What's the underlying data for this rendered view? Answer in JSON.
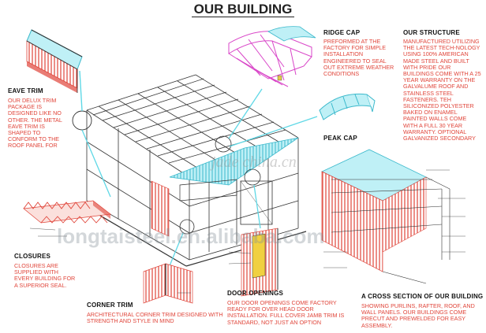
{
  "title": "OUR BUILDING",
  "sections": {
    "ridge_cap": {
      "heading": "RIDGE CAP",
      "body": "PREFORMED AT THE FACTORY FOR SIMPLE INSTALLATION ENGINEERED TO SEAL OUT EXTREME WEATHER CONDITIONS"
    },
    "our_structure": {
      "heading": "OUR STRUCTURE",
      "body": "MANUFACTURED UTILIZING THE LATEST TECH-NOLOGY USING 100% AMERICAN MADE STEEL AND BUILT WITH PRIDE OUR BUILDINGS COME WITH A 25 YEAR WARRANTY ON THE GALVALUME ROOF AND STAINLESS STEEL FASTENERS. TEH SILICONIZED POLYESTER BAKED ON ENAMEL PAINTED WALLS COME WITH A FULL 30 YEAR WARRANTY. OPTIONAL GALVANIZED SECONDARY"
    },
    "eave_trim": {
      "heading": "EAVE TRIM",
      "body": "OUR DELUX TRIM PACKAGE IS DESIGNED LIKE NO OTHER. THE METAL EAVE TRIM IS SHAPED TO CONFORM TO THE ROOF PANEL FOR"
    },
    "peak_cap": {
      "heading": "PEAK CAP"
    },
    "closures": {
      "heading": "CLOSURES",
      "body": "CLOSURES ARE SUPPLIED WITH EVERY BUILDING FOR A SUPERIOR SEAL."
    },
    "corner_trim": {
      "heading": "CORNER TRIM",
      "body": "ARCHITECTURAL CORNER TRIM DESIGNED WITH STRENGTH AND STYLE IN MIND"
    },
    "door_openings": {
      "heading": "DOOR OPENINGS",
      "body": "OUR DOOR OPENINGS COME FACTORY READY FOR OVER HEAD DOOR INSTALLATION. FULL COVER JAMB TRIM IS STANDARD, NOT JUST AN OPTION"
    },
    "cross_section": {
      "heading": "A CROSS SECTION OF OUR BUILDING",
      "body": "SHOWING PURLINS, RAFTER, ROOF, AND WALL PANELS. OUR BUILDINGS COME PRECUT AND PREWELDED FOR EASY ASSEMBLY."
    }
  },
  "watermarks": {
    "center": "jade china.cn",
    "bottom": "longtaisteel.en.alibaba.com"
  },
  "colors": {
    "panel_red": "#e0453a",
    "highlight_cyan": "#5fd8e6",
    "ridge_magenta": "#d946c8",
    "line_dark": "#333333"
  }
}
